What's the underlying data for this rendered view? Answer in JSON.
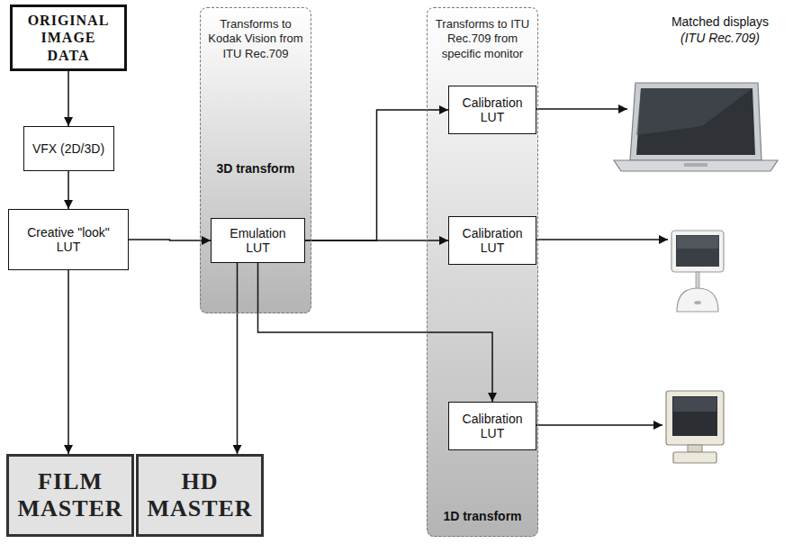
{
  "diagram": {
    "nodes": [
      {
        "text": [
          "ORIGINAL IMAGE DATA"
        ]
      },
      {
        "text": [
          "VFX (2D/3D)"
        ]
      },
      {
        "text": [
          "Creative \"look\" LUT"
        ]
      },
      {
        "text": [
          "Transforms to Kodak Vision from ITU Rec.709",
          "3D transform"
        ]
      },
      {
        "text": [
          "Emulation LUT"
        ],
        "in": 3
      },
      {
        "text": [
          "Transforms to ITU Rec.709 from specific monitor",
          "1D transform"
        ]
      },
      {
        "text": [
          "Calibration LUT"
        ],
        "in": 5
      },
      {
        "text": [
          "Calibration LUT"
        ],
        "in": 5
      },
      {
        "text": [
          "Calibration LUT"
        ],
        "in": 5
      },
      {
        "text": [
          "FILM MASTER"
        ]
      },
      {
        "text": [
          "HD MASTER"
        ]
      }
    ],
    "edges": [
      {
        "from": 0,
        "to": 1,
        "arrow": "to"
      },
      {
        "from": 1,
        "to": 2,
        "arrow": "to"
      },
      {
        "from": 2,
        "to": 9,
        "arrow": "to"
      },
      {
        "from": 2,
        "to": 4,
        "arrow": "to"
      },
      {
        "from": 4,
        "to": 10,
        "arrow": "to"
      },
      {
        "from": 4,
        "to": 6,
        "arrow": "to"
      },
      {
        "from": 4,
        "to": 7,
        "arrow": "to"
      },
      {
        "from": 4,
        "to": 8,
        "arrow": "to"
      }
    ],
    "labels": [
      "Matched displays",
      "(ITU Rec.709)"
    ]
  }
}
